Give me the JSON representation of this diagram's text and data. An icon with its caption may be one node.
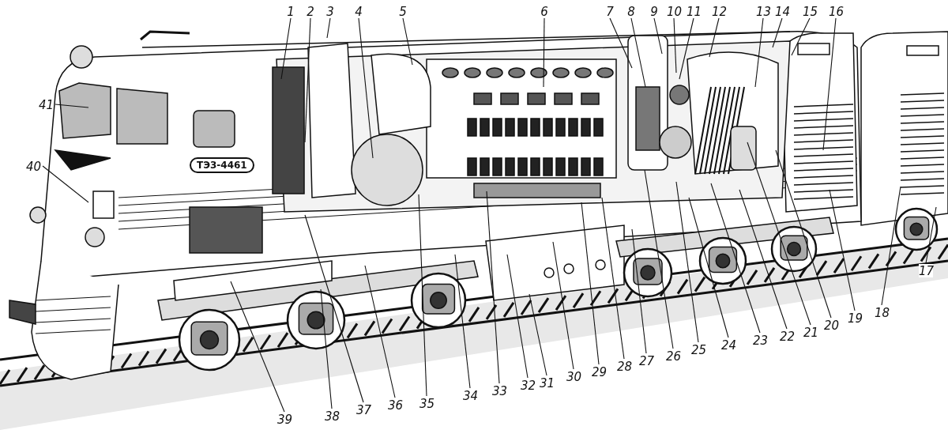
{
  "diagram": {
    "nodes": [
      {
        "text": [
          "1"
        ]
      },
      {
        "text": [
          "2"
        ]
      },
      {
        "text": [
          "3"
        ]
      },
      {
        "text": [
          "4"
        ]
      },
      {
        "text": [
          "5"
        ]
      },
      {
        "text": [
          "6"
        ]
      },
      {
        "text": [
          "7"
        ]
      },
      {
        "text": [
          "8"
        ]
      },
      {
        "text": [
          "9"
        ]
      },
      {
        "text": [
          "10"
        ]
      },
      {
        "text": [
          "11"
        ]
      },
      {
        "text": [
          "12"
        ]
      },
      {
        "text": [
          "13"
        ]
      },
      {
        "text": [
          "14"
        ]
      },
      {
        "text": [
          "15"
        ]
      },
      {
        "text": [
          "16"
        ]
      },
      {
        "text": [
          "17"
        ]
      },
      {
        "text": [
          "18"
        ]
      },
      {
        "text": [
          "19"
        ]
      },
      {
        "text": [
          "20"
        ]
      },
      {
        "text": [
          "21"
        ]
      },
      {
        "text": [
          "22"
        ]
      },
      {
        "text": [
          "23"
        ]
      },
      {
        "text": [
          "24"
        ]
      },
      {
        "text": [
          "25"
        ]
      },
      {
        "text": [
          "26"
        ]
      },
      {
        "text": [
          "27"
        ]
      },
      {
        "text": [
          "28"
        ]
      },
      {
        "text": [
          "29"
        ]
      },
      {
        "text": [
          "30"
        ]
      },
      {
        "text": [
          "31"
        ]
      },
      {
        "text": [
          "32"
        ]
      },
      {
        "text": [
          "33"
        ]
      },
      {
        "text": [
          "34"
        ]
      },
      {
        "text": [
          "35"
        ]
      },
      {
        "text": [
          "36"
        ]
      },
      {
        "text": [
          "37"
        ]
      },
      {
        "text": [
          "38"
        ]
      },
      {
        "text": [
          "39"
        ]
      },
      {
        "text": [
          "40"
        ]
      },
      {
        "text": [
          "41"
        ]
      }
    ],
    "edges": [
      {
        "from": 0,
        "to": null,
        "arrow": "none"
      },
      {
        "from": 1,
        "to": null,
        "arrow": "none"
      },
      {
        "from": 2,
        "to": null,
        "arrow": "none"
      },
      {
        "from": 3,
        "to": null,
        "arrow": "none"
      },
      {
        "from": 4,
        "to": null,
        "arrow": "none"
      },
      {
        "from": 5,
        "to": null,
        "arrow": "none"
      },
      {
        "from": 6,
        "to": null,
        "arrow": "none"
      },
      {
        "from": 7,
        "to": null,
        "arrow": "none"
      },
      {
        "from": 8,
        "to": null,
        "arrow": "none"
      },
      {
        "from": 9,
        "to": null,
        "arrow": "none"
      },
      {
        "from": 10,
        "to": null,
        "arrow": "none"
      },
      {
        "from": 11,
        "to": null,
        "arrow": "none"
      },
      {
        "from": 12,
        "to": null,
        "arrow": "none"
      },
      {
        "from": 13,
        "to": null,
        "arrow": "none"
      },
      {
        "from": 14,
        "to": null,
        "arrow": "none"
      },
      {
        "from": 15,
        "to": null,
        "arrow": "none"
      },
      {
        "from": 16,
        "to": null,
        "arrow": "none"
      },
      {
        "from": 17,
        "to": null,
        "arrow": "none"
      },
      {
        "from": 18,
        "to": null,
        "arrow": "none"
      },
      {
        "from": 19,
        "to": null,
        "arrow": "none"
      },
      {
        "from": 20,
        "to": null,
        "arrow": "none"
      },
      {
        "from": 21,
        "to": null,
        "arrow": "none"
      },
      {
        "from": 22,
        "to": null,
        "arrow": "none"
      },
      {
        "from": 23,
        "to": null,
        "arrow": "none"
      },
      {
        "from": 24,
        "to": null,
        "arrow": "none"
      },
      {
        "from": 25,
        "to": null,
        "arrow": "none"
      },
      {
        "from": 26,
        "to": null,
        "arrow": "none"
      },
      {
        "from": 27,
        "to": null,
        "arrow": "none"
      },
      {
        "from": 28,
        "to": null,
        "arrow": "none"
      },
      {
        "from": 29,
        "to": null,
        "arrow": "none"
      },
      {
        "from": 30,
        "to": null,
        "arrow": "none"
      },
      {
        "from": 31,
        "to": null,
        "arrow": "none"
      },
      {
        "from": 32,
        "to": null,
        "arrow": "none"
      },
      {
        "from": 33,
        "to": null,
        "arrow": "none"
      },
      {
        "from": 34,
        "to": null,
        "arrow": "none"
      },
      {
        "from": 35,
        "to": null,
        "arrow": "none"
      },
      {
        "from": 36,
        "to": null,
        "arrow": "none"
      },
      {
        "from": 37,
        "to": null,
        "arrow": "none"
      },
      {
        "from": 38,
        "to": null,
        "arrow": "none"
      },
      {
        "from": 39,
        "to": null,
        "arrow": "none"
      },
      {
        "from": 40,
        "to": null,
        "arrow": "none"
      }
    ],
    "labels": [
      "ТЭ3-4461"
    ]
  }
}
